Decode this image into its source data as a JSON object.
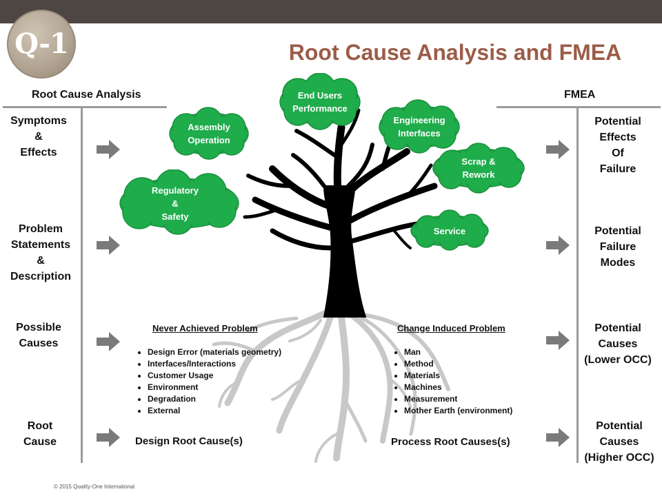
{
  "logo": {
    "text": "Q-1"
  },
  "title": "Root Cause Analysis and FMEA",
  "headers": {
    "left": "Root Cause Analysis",
    "right": "FMEA"
  },
  "left_rows": [
    [
      "Symptoms",
      "&",
      "Effects"
    ],
    [
      "Problem",
      "Statements",
      "&",
      "Description"
    ],
    [
      "Possible",
      "Causes"
    ],
    [
      "Root",
      "Cause"
    ]
  ],
  "right_rows": [
    [
      "Potential",
      "Effects",
      "Of",
      "Failure"
    ],
    [
      "Potential",
      "Failure",
      "Modes"
    ],
    [
      "Potential",
      "Causes",
      "(Lower OCC)"
    ],
    [
      "Potential",
      "Causes",
      "(Higher OCC)"
    ]
  ],
  "clouds": [
    [
      "End Users",
      "Performance"
    ],
    [
      "Engineering",
      "Interfaces"
    ],
    [
      "Assembly",
      "Operation"
    ],
    [
      "Scrap &",
      "Rework"
    ],
    [
      "Regulatory",
      "&",
      "Safety"
    ],
    [
      "Service"
    ]
  ],
  "never_achieved": {
    "title": "Never Achieved Problem",
    "items": [
      "Design Error (materials geometry)",
      "Interfaces/Interactions",
      "Customer Usage",
      "Environment",
      "Degradation",
      "External"
    ],
    "root": "Design Root Cause(s)"
  },
  "change_induced": {
    "title": "Change Induced Problem",
    "items": [
      "Man",
      "Method",
      "Materials",
      "Machines",
      "Measurement",
      "Mother Earth (environment)"
    ],
    "root": "Process Root Causes(s)"
  },
  "copyright": "© 2015 Quality-One International",
  "colors": {
    "topbar": "#4d4642",
    "title": "#9b5c48",
    "cloud": "#1fac4b",
    "cloud_border": "#1a8f3d",
    "arrow": "#7a7a7a",
    "trunk": "#000000",
    "roots": "#c8c8c8"
  }
}
